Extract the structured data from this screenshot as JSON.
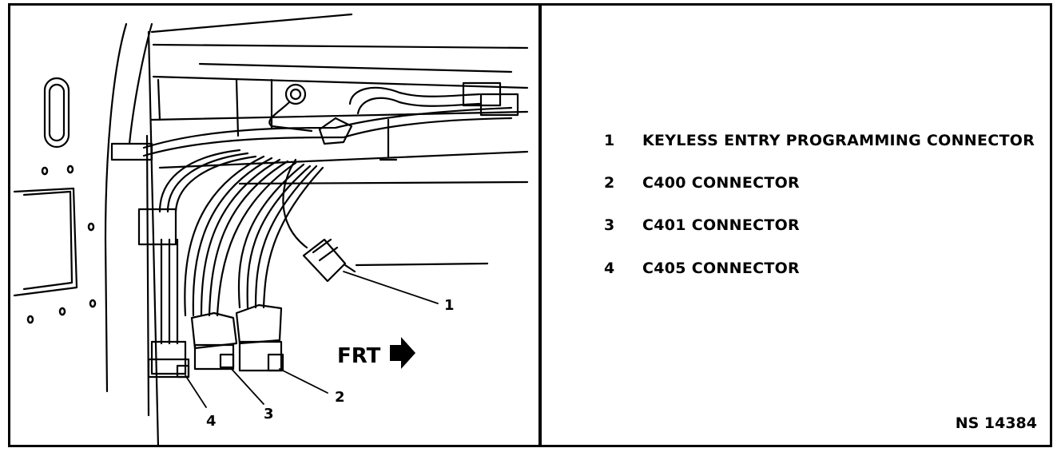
{
  "legend": {
    "items": [
      {
        "number": "1",
        "label": "KEYLESS ENTRY PROGRAMMING CONNECTOR"
      },
      {
        "number": "2",
        "label": "C400 CONNECTOR"
      },
      {
        "number": "3",
        "label": "C401 CONNECTOR"
      },
      {
        "number": "4",
        "label": "C405 CONNECTOR"
      }
    ]
  },
  "illustration": {
    "callouts": [
      "1",
      "2",
      "3",
      "4"
    ],
    "direction_label": "FRT"
  },
  "figure_id": "NS 14384"
}
